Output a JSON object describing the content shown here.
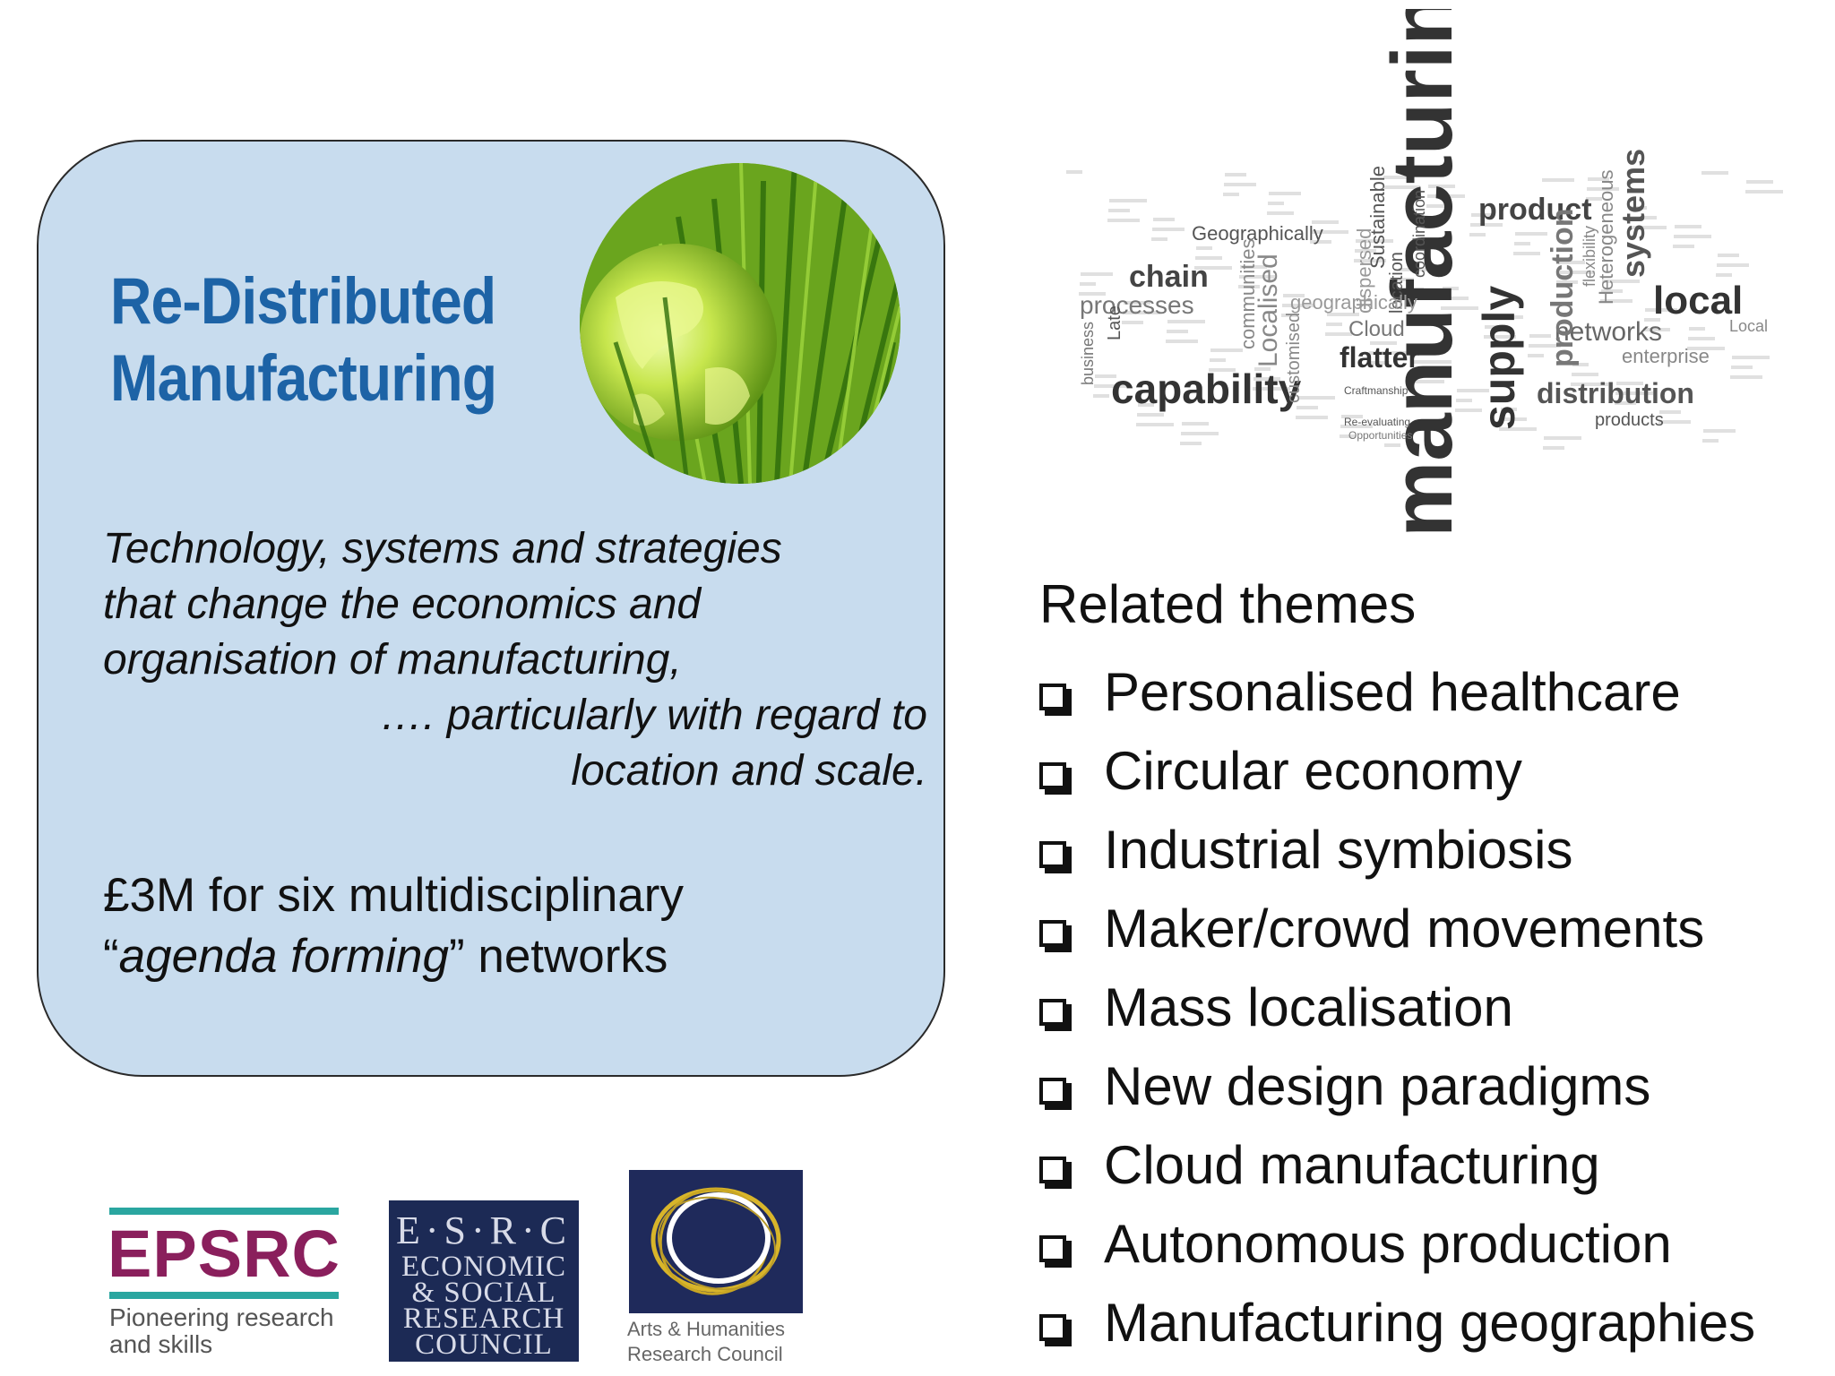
{
  "panel": {
    "title_line1": "Re-Distributed",
    "title_line2": "Manufacturing",
    "description": [
      "Technology, systems and strategies",
      "that change the economics and",
      "organisation of manufacturing,",
      "…. particularly with regard to",
      "location and scale."
    ],
    "funding_line1": "£3M for six multidisciplinary",
    "funding_quote_open": "“",
    "funding_italic": "agenda forming",
    "funding_rest": "” networks"
  },
  "logos": {
    "epsrc": {
      "name": "EPSRC",
      "tag1": "Pioneering research",
      "tag2": "and skills"
    },
    "esrc": {
      "line1": "E·S·R·C",
      "line2": "ECONOMIC",
      "line3": "& SOCIAL",
      "line4": "RESEARCH",
      "line5": "COUNCIL"
    },
    "ahrc": {
      "line1": "Arts & Humanities",
      "line2": "Research Council"
    }
  },
  "wordcloud": {
    "words": [
      "manufacturing",
      "product",
      "local",
      "supply",
      "capability",
      "chain",
      "processes",
      "distribution",
      "networks",
      "flatter",
      "Geographically",
      "systems",
      "production",
      "products",
      "enterprise",
      "Localised",
      "communities",
      "Cloud",
      "Sustainable",
      "location",
      "coordination",
      "geographically",
      "customised",
      "dispersed",
      "Late",
      "business",
      "Heterogeneous",
      "flexibility",
      "Local",
      "Craftmanship",
      "Re-evaluating",
      "Opportunities"
    ]
  },
  "related": {
    "title": "Related themes",
    "items": [
      "Personalised healthcare",
      "Circular economy",
      "Industrial symbiosis",
      "Maker/crowd movements",
      "Mass localisation",
      "New design paradigms",
      "Cloud manufacturing",
      "Autonomous production",
      "Manufacturing geographies"
    ]
  }
}
